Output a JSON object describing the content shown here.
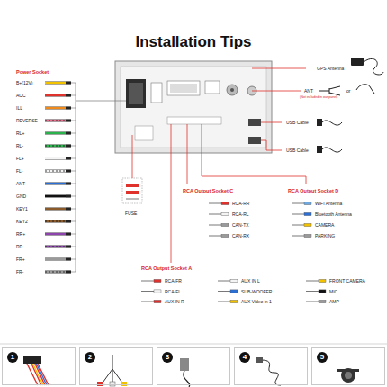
{
  "diagram": {
    "title": "Installation Tips",
    "nodes": [
      {
        "text": [
          "1"
        ]
      },
      {
        "text": [
          "2"
        ]
      },
      {
        "text": [
          "3"
        ]
      },
      {
        "text": [
          "4"
        ]
      },
      {
        "text": [
          "5"
        ]
      }
    ],
    "labels": [
      "Power Socket",
      "B+(12V)",
      "ACC",
      "ILL",
      "REVERSE",
      "RL+",
      "RL-",
      "FL+",
      "FL-",
      "ANT",
      "GND",
      "KEY1",
      "KEY2",
      "RR+",
      "RR-",
      "FR+",
      "FR-",
      "FUSE",
      "GPS Antenna",
      "ANT",
      "(Not included in our panel)",
      "or",
      "USB Cable",
      "USB Cable",
      "RCA Output Socket C",
      "RCA-RR",
      "RCA-RL",
      "CAN-TX",
      "CAN-RX",
      "RCA Output Socket D",
      "WIFI Antenna",
      "Bluetooth Antenna",
      "CAMERA",
      "PARKING",
      "RCA Output Socket A",
      "RCA-FR",
      "RCA-FL",
      "AUX IN R",
      "AUX IN L",
      "SUB-WOOFER",
      "AUX Video in 1",
      "FRONT CAMERA",
      "MIC",
      "AMP"
    ]
  }
}
